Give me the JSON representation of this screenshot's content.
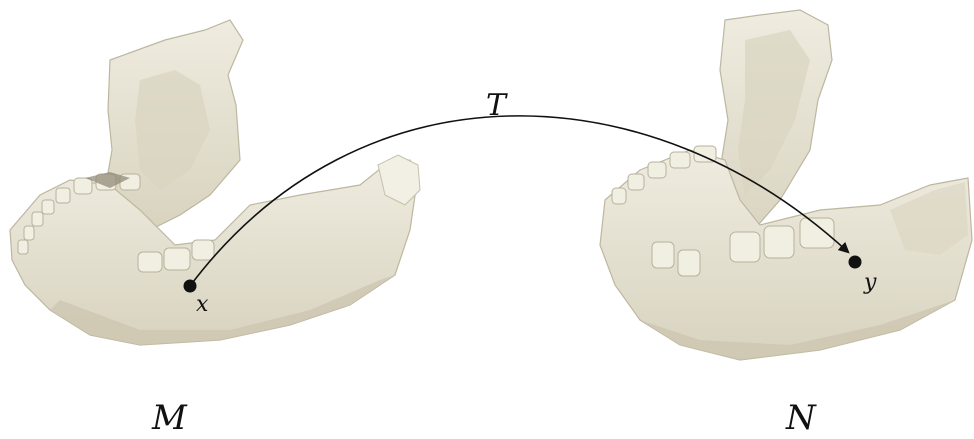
{
  "labels": {
    "map": "T",
    "point_source": "x",
    "point_target": "y",
    "shape_source": "M",
    "shape_target": "N"
  },
  "colors": {
    "bone_fill": "#e7e3d1",
    "bone_shade": "#cfc9b3",
    "bone_dark": "#a9a38d",
    "tooth": "#f1eee2",
    "arrow": "#111111",
    "point": "#111111"
  }
}
